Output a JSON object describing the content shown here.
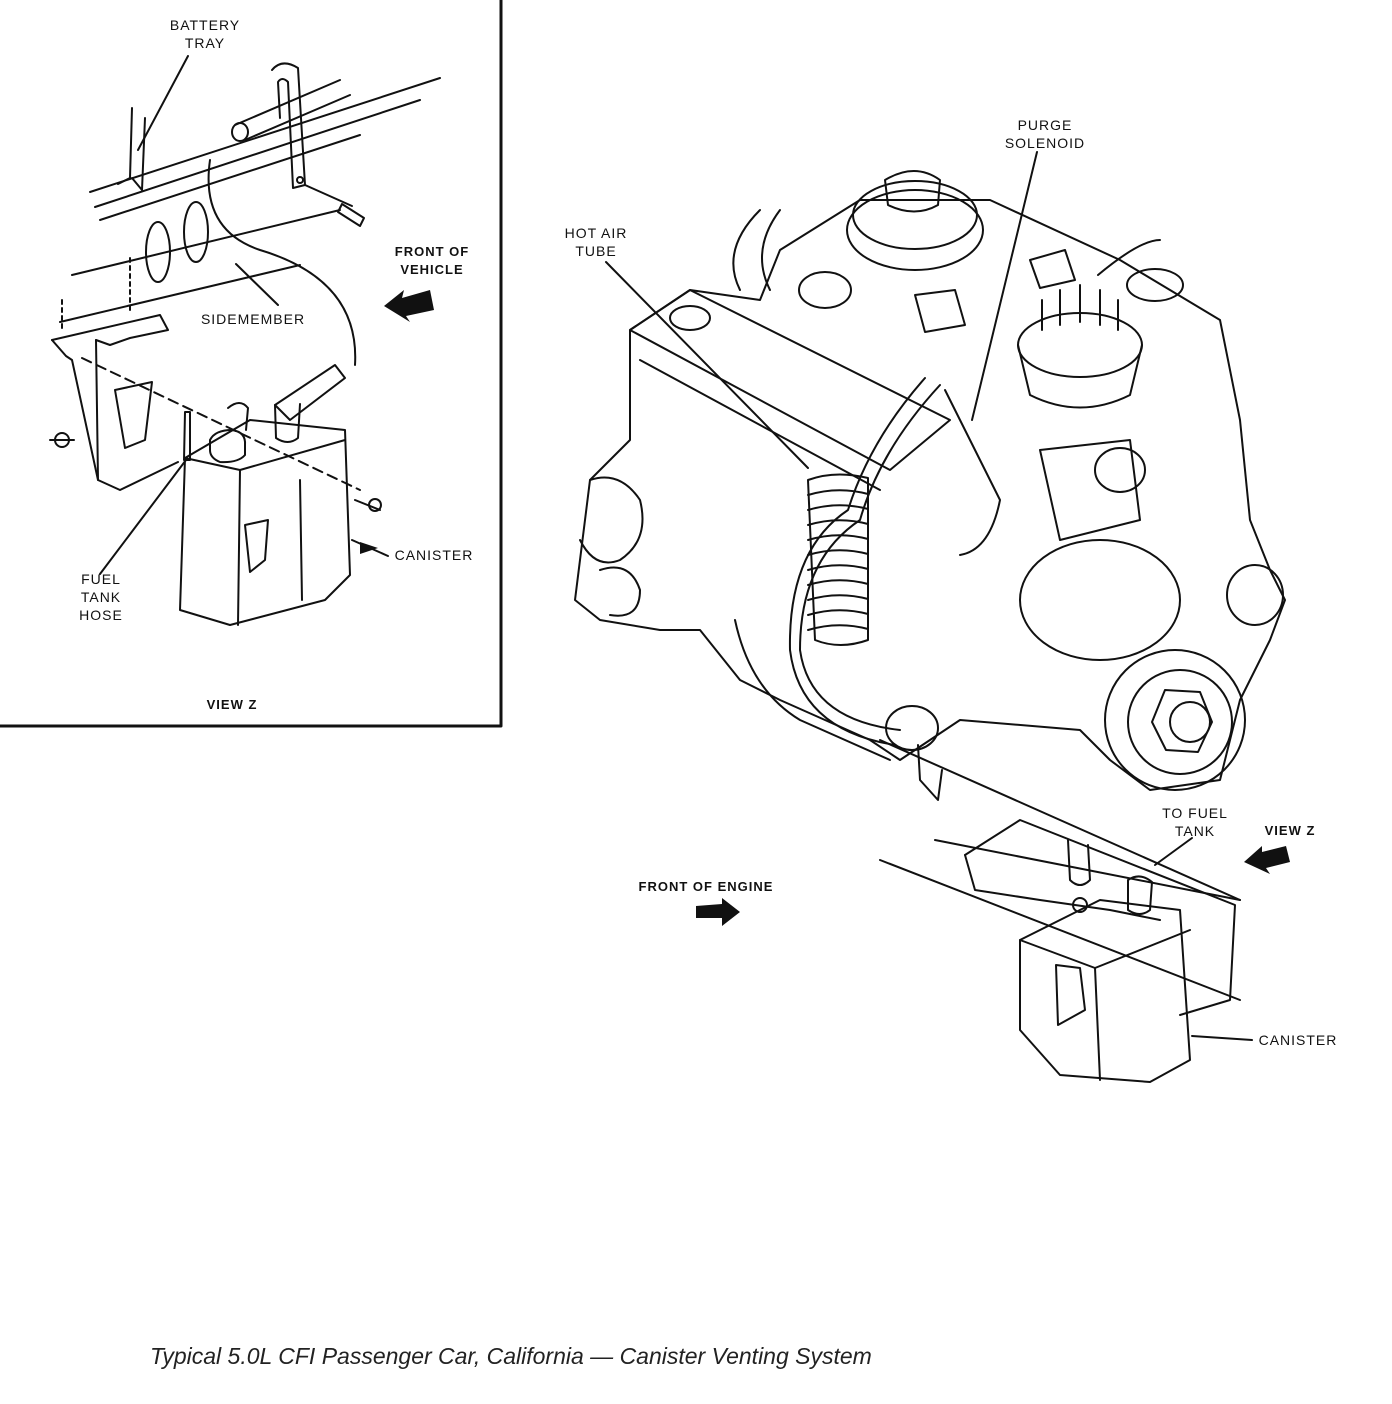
{
  "inset": {
    "battery_tray": [
      "BATTERY",
      "TRAY"
    ],
    "front_of_vehicle": [
      "FRONT OF",
      "VEHICLE"
    ],
    "sidemember": "SIDEMEMBER",
    "canister": "CANISTER",
    "fuel_tank_hose": [
      "FUEL",
      "TANK",
      "HOSE"
    ],
    "view_z": "VIEW Z"
  },
  "main": {
    "purge_solenoid": [
      "PURGE",
      "SOLENOID"
    ],
    "hot_air_tube": [
      "HOT AIR",
      "TUBE"
    ],
    "to_fuel_tank": [
      "TO FUEL",
      "TANK"
    ],
    "view_z": "VIEW Z",
    "front_of_engine": "FRONT OF ENGINE",
    "canister": "CANISTER"
  },
  "caption": "Typical 5.0L CFI Passenger Car, California — Canister Venting System"
}
